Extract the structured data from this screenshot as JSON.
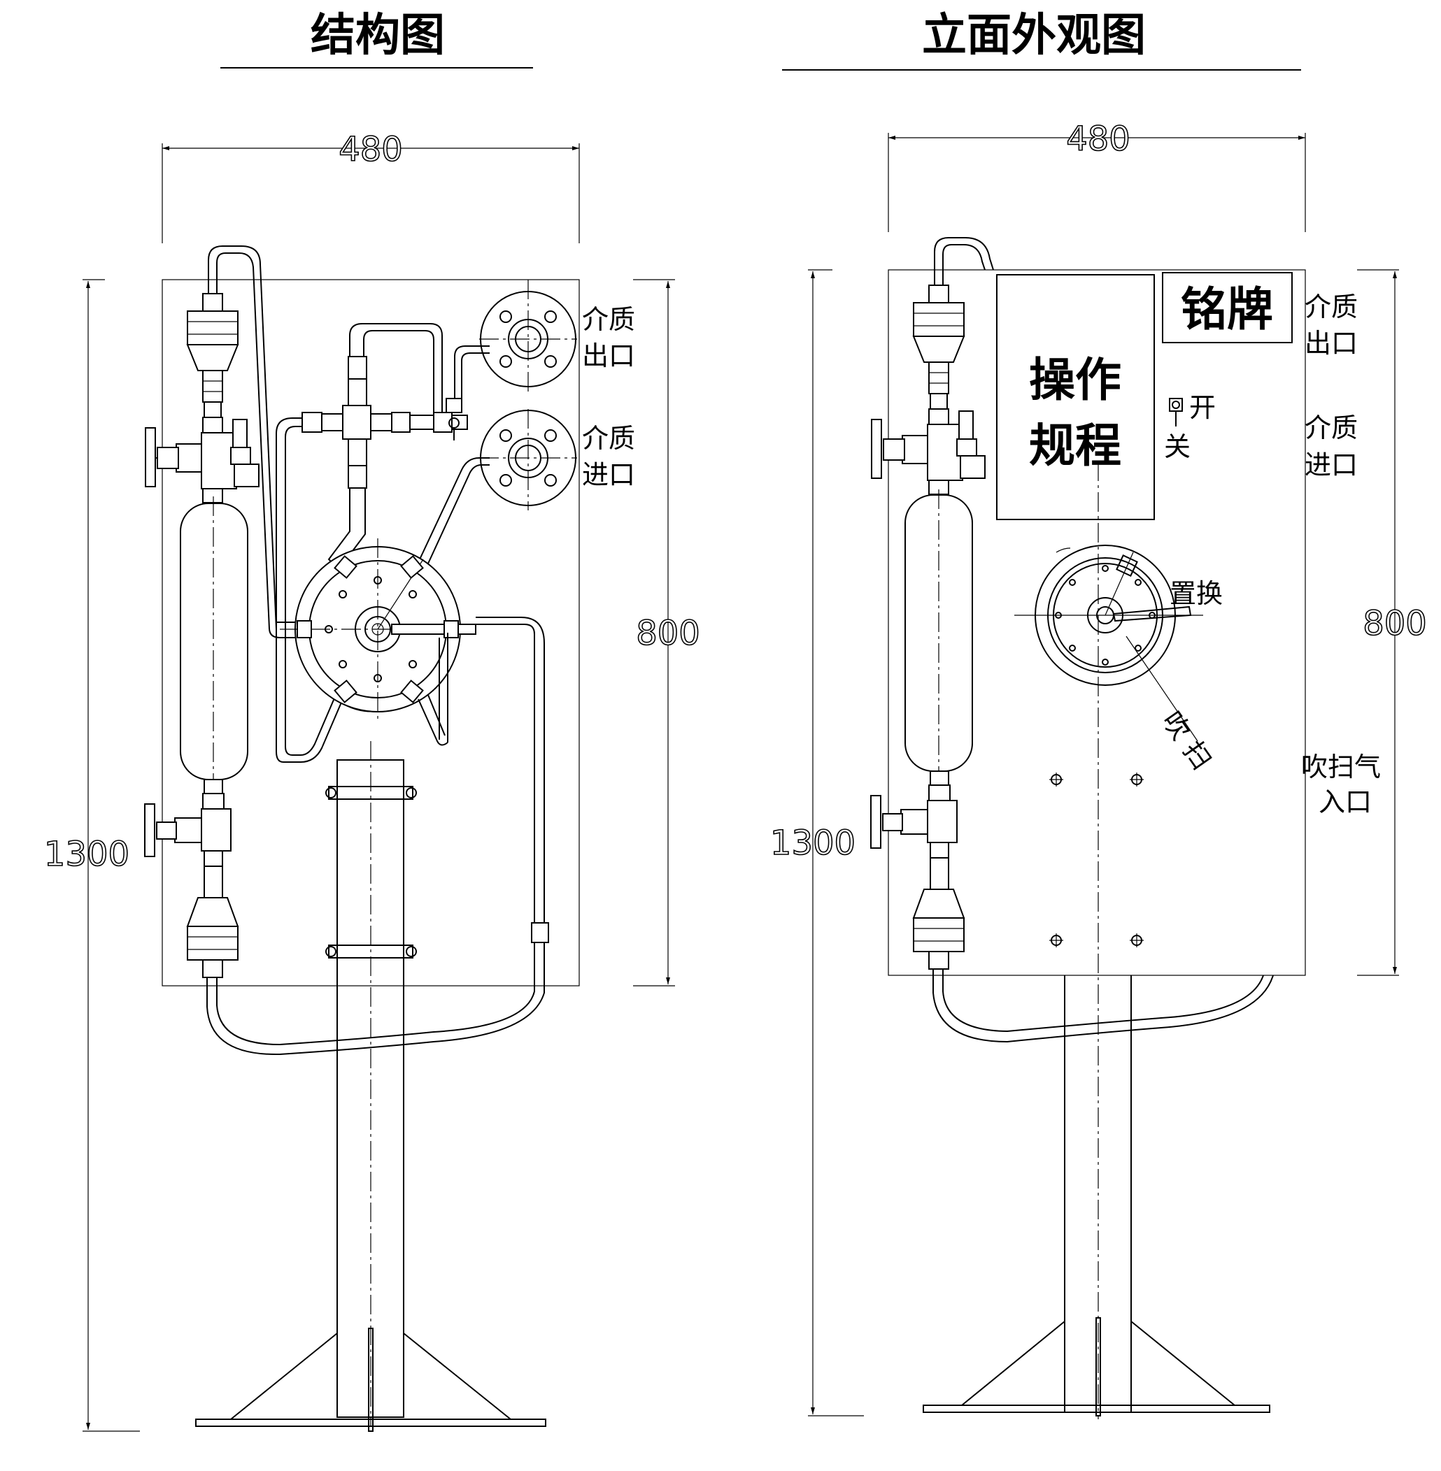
{
  "titles": {
    "left": "结构图",
    "right": "立面外观图"
  },
  "dimensions": {
    "left_width": "480",
    "left_height_panel": "800",
    "left_height_total": "1300",
    "right_width": "480",
    "right_height_panel": "800",
    "right_height_total": "1300"
  },
  "left_labels": {
    "outlet_line1": "介质",
    "outlet_line2": "出口",
    "inlet_line1": "介质",
    "inlet_line2": "进口"
  },
  "right_labels": {
    "nameplate": "铭牌",
    "procedure_line1": "操作",
    "procedure_line2": "规程",
    "switch_open": "开",
    "switch_close": "关",
    "replace": "置换",
    "purge_char1": "吹",
    "purge_char2": "扫",
    "outlet_line1": "介质",
    "outlet_line2": "出口",
    "inlet_line1": "介质",
    "inlet_line2": "进口",
    "purge_inlet_line1": "吹扫气",
    "purge_inlet_line2": "入口"
  }
}
